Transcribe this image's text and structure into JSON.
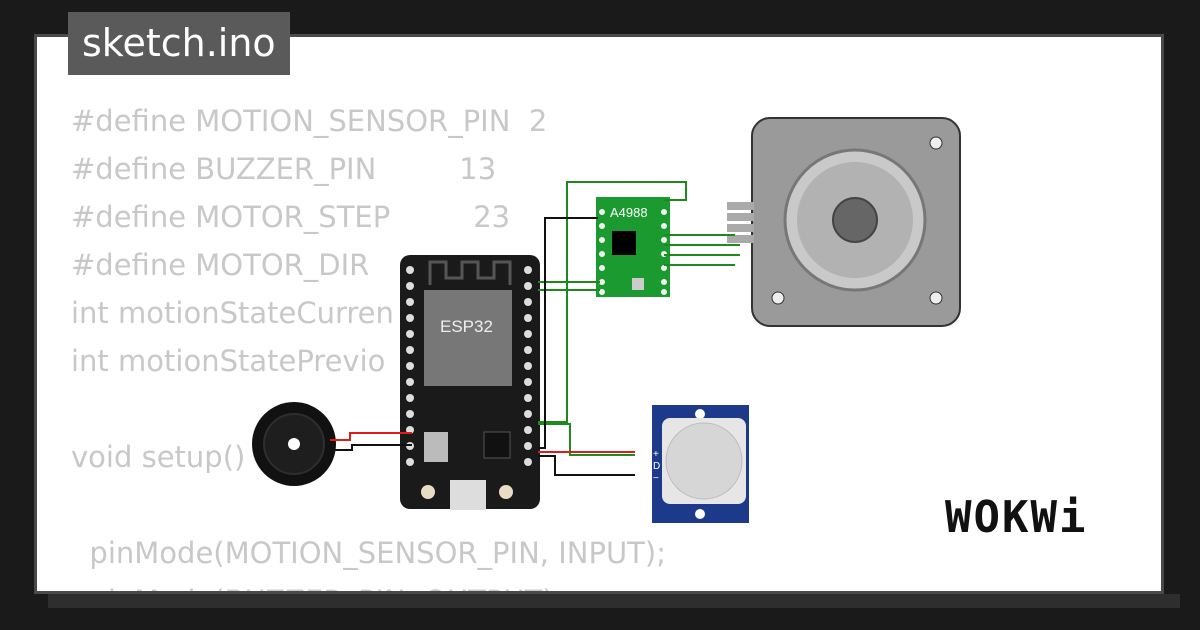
{
  "file": {
    "name": "sketch.ino"
  },
  "code_lines": [
    "#define MOTION_SENSOR_PIN  2",
    "#define BUZZER_PIN         13",
    "#define MOTOR_STEP         23",
    "#define MOTOR_DIR",
    "int motionStateCurren",
    "int motionStatePrevio",
    "",
    "void setup() {",
    "",
    "  pinMode(MOTION_SENSOR_PIN, INPUT);",
    "  pinMode(BUZZER_PIN, OUTPUT);"
  ],
  "components": {
    "esp32_label": "ESP32",
    "driver_label": "A4988",
    "pir_pins": [
      "+",
      "D",
      "−"
    ]
  },
  "brand": {
    "logo": "WOKWi"
  },
  "colors": {
    "background": "#1a1a1a",
    "card": "#ffffff",
    "code_text": "#c8c8c8",
    "wire_green": "#1e8a1e",
    "wire_red": "#e01b1b",
    "wire_black": "#111111",
    "board_pcb": "#1a1a1a",
    "driver_pcb": "#1a9a2f",
    "pir_pcb": "#1d3a8a"
  },
  "icons": [
    "buzzer-icon",
    "stepper-motor-icon",
    "pir-sensor-icon",
    "usb-port-icon"
  ]
}
